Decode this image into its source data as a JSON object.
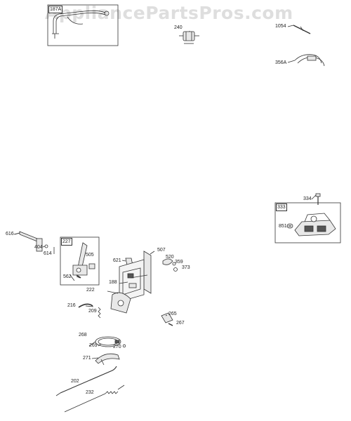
{
  "watermark": "AppliancePartsPros.com",
  "colors": {
    "line": "#333333",
    "part_fill": "#e8e8e8",
    "part_dark": "#555555"
  },
  "callouts": {
    "c187a": "187A",
    "c240": "240",
    "c1054": "1054",
    "c356a": "356A",
    "c334": "334",
    "c333": "333",
    "c851": "851",
    "c616": "616",
    "c404": "404",
    "c614": "614",
    "c227": "227",
    "c505": "505",
    "c562": "562",
    "c621": "621",
    "c507": "507",
    "c520": "520",
    "c359": "359",
    "c373": "373",
    "c188": "188",
    "c222": "222",
    "c216": "216",
    "c209": "209",
    "c265": "265",
    "c267": "267",
    "c268": "268",
    "c269": "269",
    "c270": "270",
    "c271": "271",
    "c202": "202",
    "c232": "232"
  }
}
